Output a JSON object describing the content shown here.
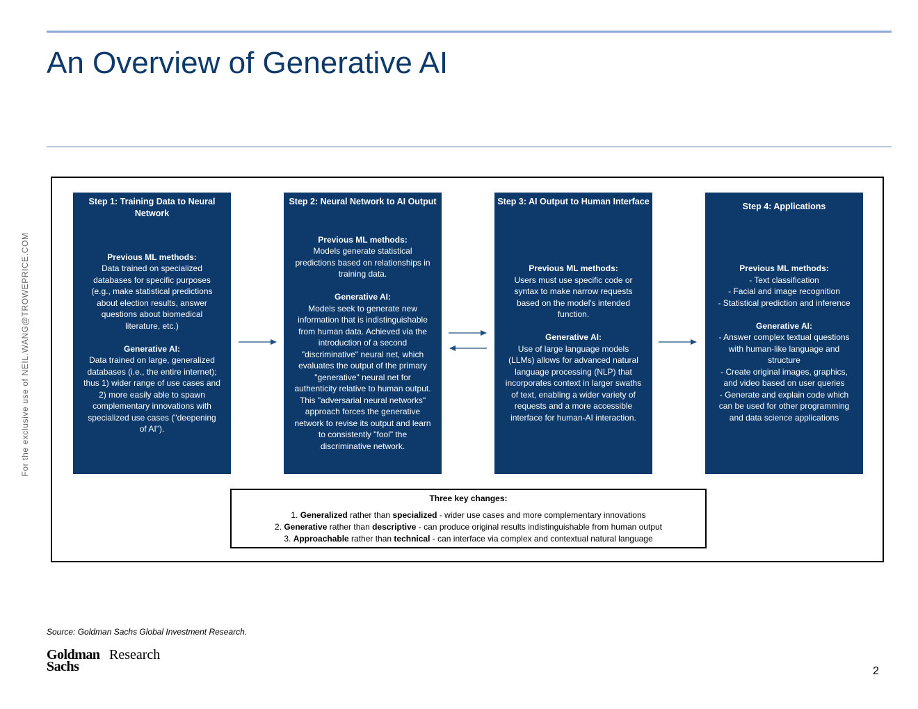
{
  "page": {
    "title": "An Overview of Generative AI",
    "watermark": "For the exclusive use of NEIL.WANG@TROWEPRICE.COM",
    "source": "Source: Goldman Sachs Global Investment Research.",
    "logo_line1": "Goldman",
    "logo_line2": "Sachs",
    "logo_research": "Research",
    "page_number": "2"
  },
  "steps": [
    {
      "header": "Step 1: Training Data to Neural Network",
      "prev_heading": "Previous ML methods:",
      "prev_text": "Data trained on specialized\ndatabases for specific purposes\n(e.g., make statistical predictions\nabout election results, answer\nquestions about biomedical\nliterature, etc.)",
      "gen_heading": "Generative AI:",
      "gen_text": "Data trained on large, generalized\ndatabases (i.e., the entire internet);\nthus 1) wider range of use cases and\n2) more easily able to spawn\ncomplementary innovations with\nspecialized use cases (\"deepening\nof AI\")."
    },
    {
      "header": "Step 2: Neural Network to AI Output",
      "prev_heading": "Previous ML methods:",
      "prev_text": "Models generate statistical\npredictions based on relationships in\ntraining data.",
      "gen_heading": "Generative AI:",
      "gen_text": "Models seek to generate new\ninformation that is indistinguishable\nfrom human data. Achieved via the\nintroduction of a second\n\"discriminative\" neural net, which\nevaluates the output of the primary\n\"generative\" neural net for\nauthenticity relative to human output.\nThis \"adversarial neural networks\"\napproach forces the generative\nnetwork to revise its output and learn\nto consistently \"fool\" the\ndiscriminative network."
    },
    {
      "header": "Step 3: AI Output to Human Interface",
      "prev_heading": "Previous ML methods:",
      "prev_text": "Users must use specific code or\nsyntax to make narrow requests\nbased on the model's intended\nfunction.",
      "gen_heading": "Generative AI:",
      "gen_text": "Use of large language models\n(LLMs) allows for advanced natural\nlanguage processing (NLP) that\nincorporates context in larger swaths\nof text, enabling a wider variety of\nrequests and a more accessible\ninterface for human-AI interaction."
    },
    {
      "header": "Step 4: Applications",
      "prev_heading": "Previous ML methods:",
      "prev_text": "- Text classification\n- Facial and image recognition\n- Statistical prediction and inference",
      "gen_heading": "Generative AI:",
      "gen_text": "- Answer complex textual questions\nwith human-like language and\nstructure\n- Create original images, graphics,\nand video based on user queries\n- Generate and explain code which\ncan be used for other programming\nand data science applications"
    }
  ],
  "key_changes": {
    "heading": "Three key changes:",
    "items": [
      {
        "prefix": "1. ",
        "term1": "Generalized",
        "mid": " rather than ",
        "term2": "specialized",
        "rest": " - wider use cases and more complementary innovations"
      },
      {
        "prefix": "2. ",
        "term1": "Generative",
        "mid": " rather than ",
        "term2": "descriptive",
        "rest": " - can produce original results indistinguishable from human output"
      },
      {
        "prefix": "3. ",
        "term1": "Approachable",
        "mid": " rather than ",
        "term2": "technical",
        "rest": " - can interface via complex and contextual natural language"
      }
    ]
  },
  "colors": {
    "box_fill": "#0d3a6b",
    "title": "#0d3a6b",
    "rule": "#8eaad2"
  }
}
